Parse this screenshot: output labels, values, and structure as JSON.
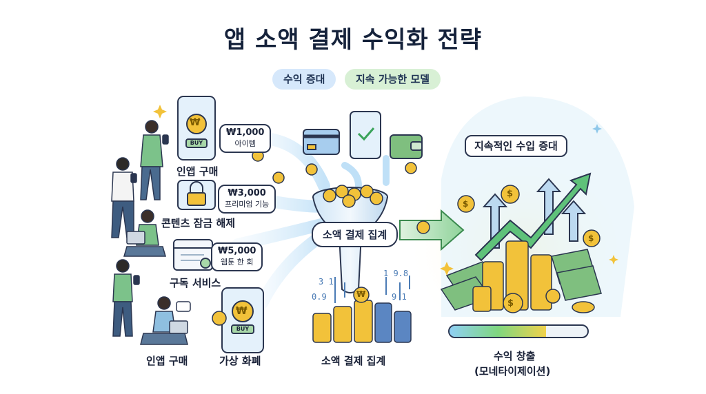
{
  "title": "앱 소액 결제 수익화 전략",
  "tags": [
    "수익 증대",
    "지속 가능한 모델"
  ],
  "sources": {
    "in_app": {
      "label": "인앱 구매",
      "price": "₩1,000",
      "item": "아이템",
      "button": "BUY"
    },
    "content_unlock": {
      "label": "콘텐츠 잠금 해제",
      "price": "₩3,000",
      "item": "프리미엄 기능"
    },
    "subscription": {
      "label": "구독 서비스",
      "price": "₩5,000",
      "item": "웹툰 한 회"
    },
    "in_app_2": {
      "label": "인앱 구매"
    },
    "virtual_currency": {
      "label": "가상 화폐",
      "button": "BUY"
    }
  },
  "center": {
    "funnel_label": "소액 결제 집계",
    "bottom_label": "소액 결제 집계",
    "digits": [
      "3 1",
      "0.9",
      "1 9.8",
      "9 1"
    ]
  },
  "result": {
    "bubble": "지속적인 수입 증대",
    "label": "수익 창출",
    "sublabel": "(모네타이제이션)",
    "progress": 0.7
  },
  "coin_symbol": "₩",
  "coin_dollar": "$",
  "colors": {
    "accent_green": "#3aa35a",
    "coin": "#f2c23a",
    "blue_coin": "#5b86c2",
    "money": "#7fbf7f"
  }
}
